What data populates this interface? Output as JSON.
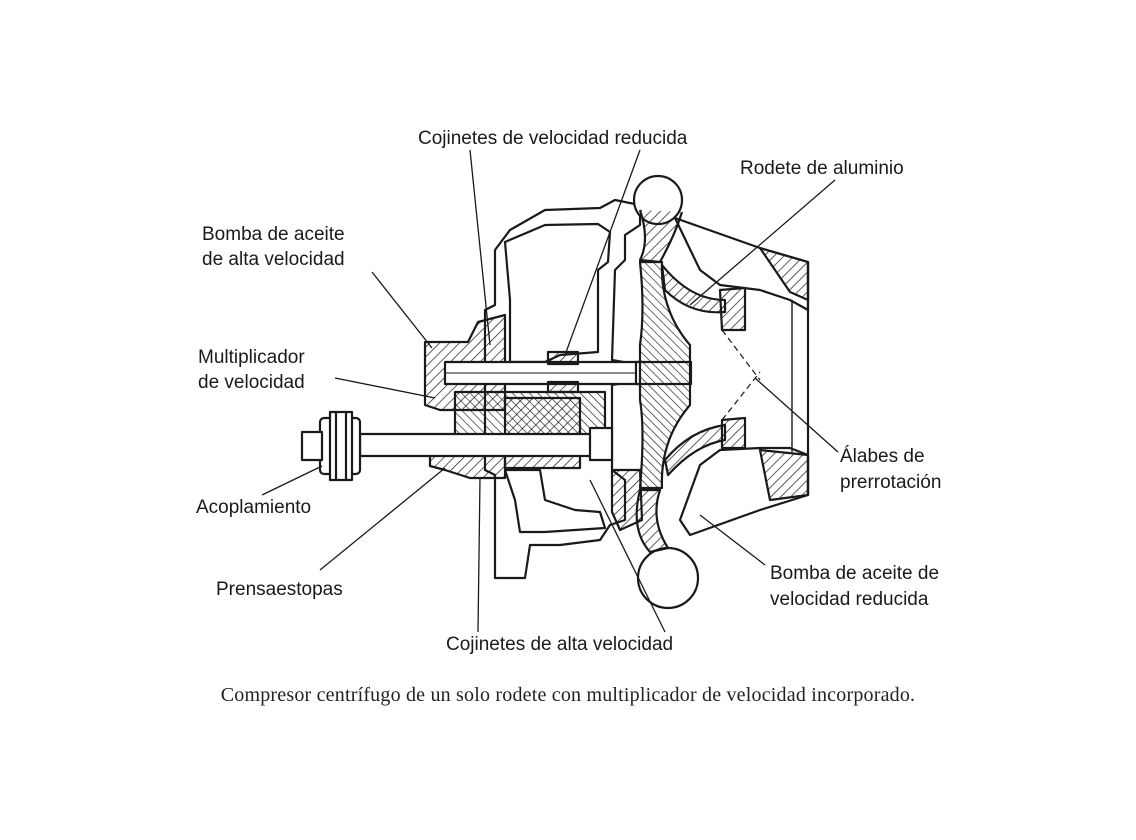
{
  "labels": {
    "cojinetes_velocidad_reducida": "Cojinetes de velocidad reducida",
    "rodete_aluminio": "Rodete de aluminio",
    "bomba_aceite_alta_1": "Bomba de aceite",
    "bomba_aceite_alta_2": "de alta velocidad",
    "multiplicador_1": "Multiplicador",
    "multiplicador_2": "de velocidad",
    "acoplamiento": "Acoplamiento",
    "prensaestopas": "Prensaestopas",
    "cojinetes_alta": "Cojinetes de alta velocidad",
    "alabes_1": "Álabes de",
    "alabes_2": "prerrotación",
    "bomba_aceite_reducida_1": "Bomba de aceite de",
    "bomba_aceite_reducida_2": "velocidad reducida"
  },
  "caption": "Compresor centrífugo de un solo rodete con multiplicador de velocidad incorporado.",
  "colors": {
    "ink": "#1a1a1a",
    "paper": "#ffffff"
  }
}
